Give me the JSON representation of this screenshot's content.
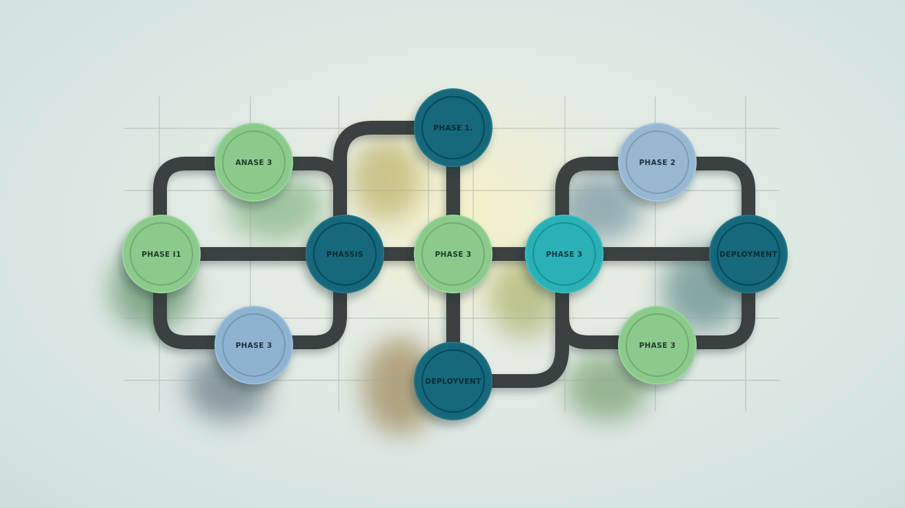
{
  "nodes": [
    {
      "id": "n-top-center",
      "label": "PHASE 1.",
      "color": "#15687a",
      "text_color": "#0d2a31"
    },
    {
      "id": "n-left-top",
      "label": "ANASE 3",
      "color": "#8cc98c",
      "text_color": "#1f3b25"
    },
    {
      "id": "n-left-mid",
      "label": "PHASE I1",
      "color": "#8cc98c",
      "text_color": "#1f3b25"
    },
    {
      "id": "n-left-bottom",
      "label": "PHASE 3",
      "color": "#8fb2d0",
      "text_color": "#1f2f3d"
    },
    {
      "id": "n-center-left",
      "label": "PHASSIS",
      "color": "#15687a",
      "text_color": "#0d2a31"
    },
    {
      "id": "n-center",
      "label": "PHASE 3",
      "color": "#8cc98c",
      "text_color": "#1f3b25"
    },
    {
      "id": "n-center-bottom",
      "label": "DEPLOYVENT",
      "color": "#15687a",
      "text_color": "#0d2a31"
    },
    {
      "id": "n-center-right",
      "label": "PHASE 3",
      "color": "#2bb0b5",
      "text_color": "#0f3a3c"
    },
    {
      "id": "n-right-top",
      "label": "PHASE 2",
      "color": "#98b8d2",
      "text_color": "#1f2f3d"
    },
    {
      "id": "n-right-mid",
      "label": "DEPLOYMENT",
      "color": "#15687a",
      "text_color": "#0d2a31"
    },
    {
      "id": "n-right-bottom",
      "label": "PHASE 3",
      "color": "#8cc98c",
      "text_color": "#1f3b25"
    }
  ],
  "colors": {
    "connector": "#3b3f41",
    "grid": "#9aa6a4"
  }
}
